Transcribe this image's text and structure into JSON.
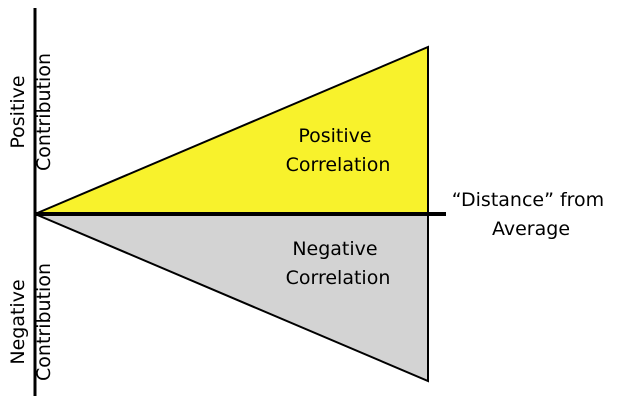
{
  "diagram": {
    "positive_region": {
      "line1": "Positive",
      "line2": "Correlation",
      "fill": "#f8f22c"
    },
    "negative_region": {
      "line1": "Negative",
      "line2": "Correlation",
      "fill": "#d3d3d3"
    },
    "x_axis_label": {
      "line1": "“Distance” from",
      "line2": "Average"
    },
    "y_axis_top_label": {
      "line1": "Positive",
      "line2": "Contribution"
    },
    "y_axis_bottom_label": {
      "line1": "Negative",
      "line2": "Contribution"
    },
    "outline_color": "#000000"
  }
}
